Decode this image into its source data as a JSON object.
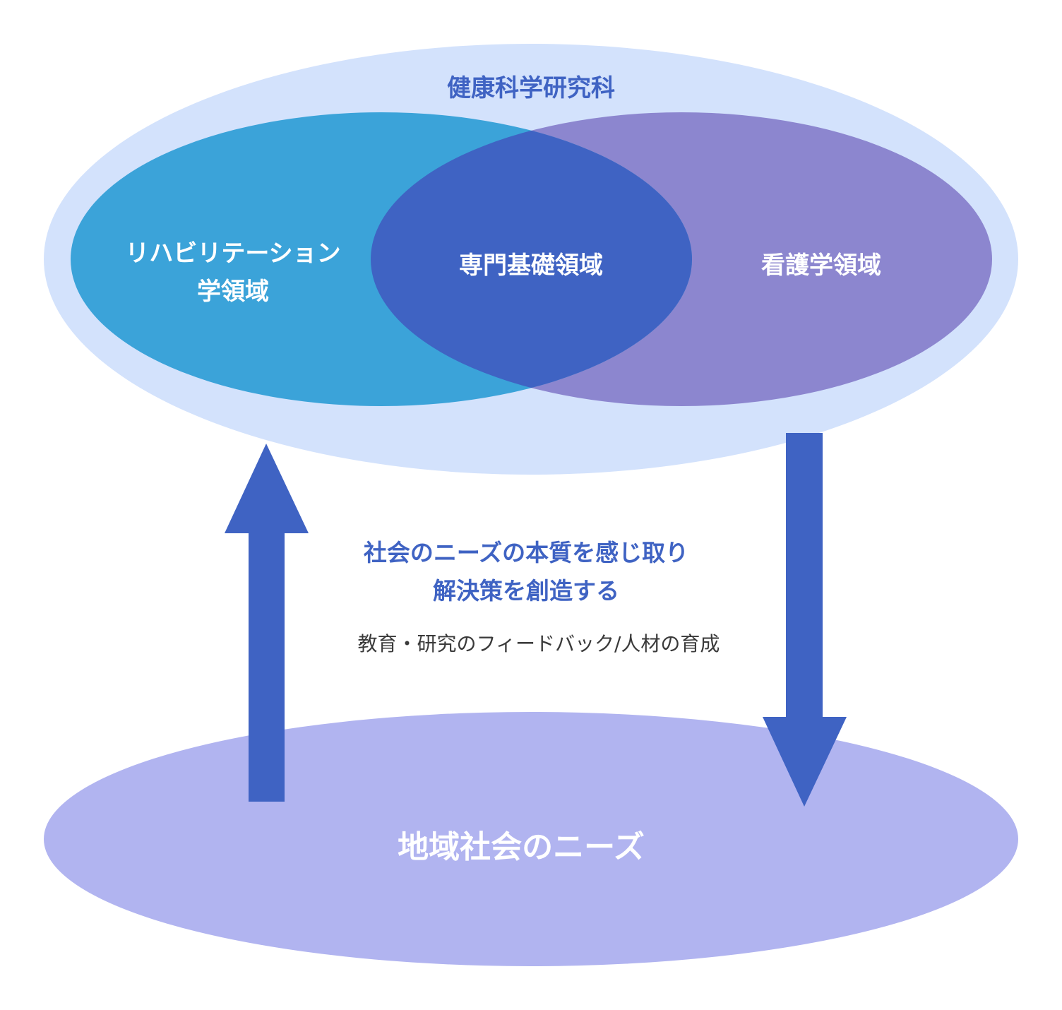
{
  "outer": {
    "title": "健康科学研究科"
  },
  "domains": {
    "rehab_line1": "リハビリテーション",
    "rehab_line2": "学領域",
    "core": "専門基礎領域",
    "nursing": "看護学領域"
  },
  "center": {
    "headline_line1": "社会のニーズの本質を感じ取り",
    "headline_line2": "解決策を創造する",
    "subtext": "教育・研究のフィードバック/人材の育成"
  },
  "community": {
    "label": "地域社会のニーズ"
  },
  "colors": {
    "outer_ellipse": "#d3e2fc",
    "rehab_circle": "#3ba3d9",
    "nursing_circle": "#8c86cf",
    "overlap": "#3f63c3",
    "arrow": "#3f63c3",
    "community_ellipse": "#b1b4f0",
    "text_blue": "#3f63c3"
  }
}
